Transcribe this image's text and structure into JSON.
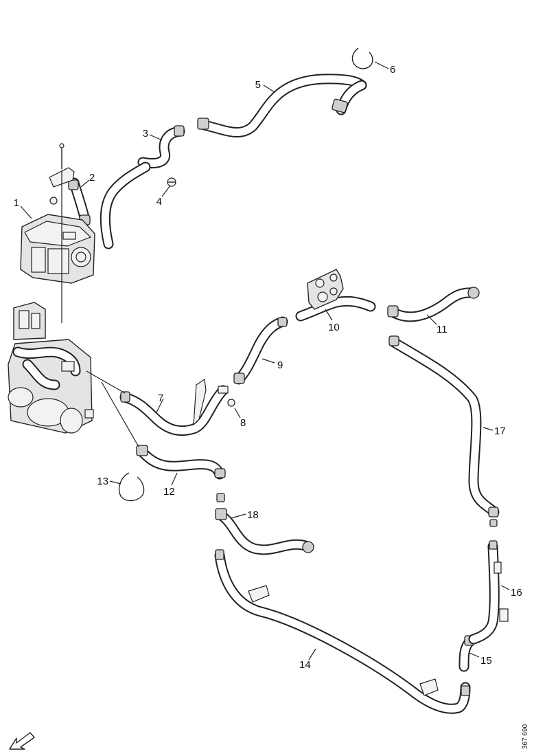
{
  "callouts": [
    {
      "id": "c1",
      "label": "1"
    },
    {
      "id": "c2",
      "label": "2"
    },
    {
      "id": "c3",
      "label": "3"
    },
    {
      "id": "c4",
      "label": "4"
    },
    {
      "id": "c5",
      "label": "5"
    },
    {
      "id": "c6",
      "label": "6"
    },
    {
      "id": "c7",
      "label": "7"
    },
    {
      "id": "c8",
      "label": "8"
    },
    {
      "id": "c9",
      "label": "9"
    },
    {
      "id": "c10",
      "label": "10"
    },
    {
      "id": "c11",
      "label": "11"
    },
    {
      "id": "c12",
      "label": "12"
    },
    {
      "id": "c13",
      "label": "13"
    },
    {
      "id": "c14",
      "label": "14"
    },
    {
      "id": "c15",
      "label": "15"
    },
    {
      "id": "c16",
      "label": "16"
    },
    {
      "id": "c17",
      "label": "17"
    },
    {
      "id": "c18",
      "label": "18"
    }
  ],
  "drawing_reference": "367 690",
  "orientation_icon": "direction-arrow-icon"
}
